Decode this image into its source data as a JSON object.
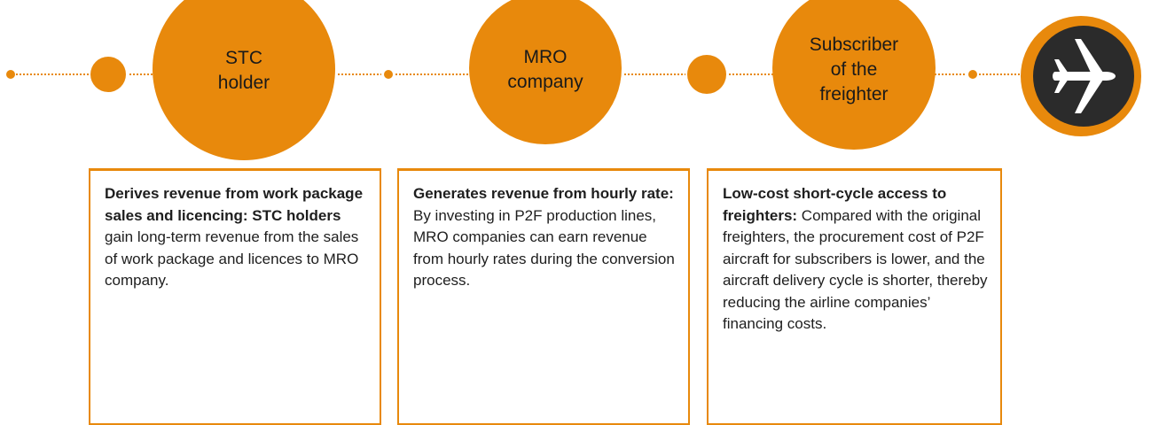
{
  "colors": {
    "accent": "#E8890C",
    "plane_bg": "#2b2b2b",
    "plane_fg": "#ffffff"
  },
  "nodes": [
    {
      "name": "stc-holder",
      "label": "STC\nholder"
    },
    {
      "name": "mro-company",
      "label": "MRO\ncompany"
    },
    {
      "name": "subscriber",
      "label": "Subscriber\nof the\nfreighter"
    },
    {
      "name": "aircraft",
      "icon": "airplane-icon"
    }
  ],
  "cards": [
    {
      "name": "stc-holder",
      "heading": "Derives revenue from work package sales and licencing:",
      "lead": "STC holders",
      "body": " gain long-term revenue from the sales of work package and licences to MRO company."
    },
    {
      "name": "mro-company",
      "heading": "Generates revenue from hourly rate:",
      "body": " By investing in P2F production lines, MRO companies can earn revenue from hourly rates during the conversion process."
    },
    {
      "name": "subscriber",
      "heading": "Low-cost short-cycle access to freighters:",
      "body": " Compared with the original freighters, the procurement cost of P2F aircraft for subscribers is lower, and the aircraft delivery cycle is shorter, thereby reducing the airline companies’ financing costs."
    }
  ]
}
